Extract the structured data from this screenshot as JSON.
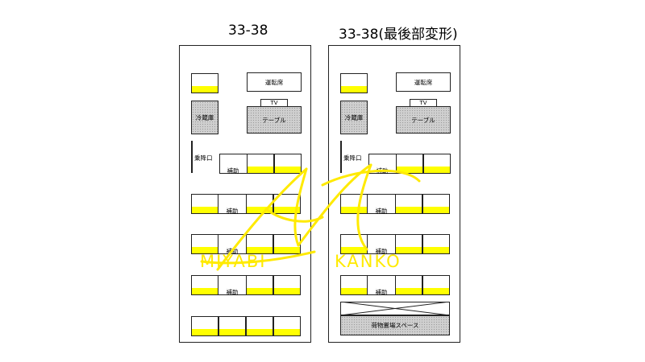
{
  "layouts": [
    {
      "title": "33-38",
      "driver_label": "運転席",
      "fridge_label": "冷蔵庫",
      "tv_label": "TV",
      "table_label": "テーブル",
      "door_label": "乗降口",
      "aux_label": "補助"
    },
    {
      "title": "33-38(最後部変形)",
      "driver_label": "運転席",
      "fridge_label": "冷蔵庫",
      "tv_label": "TV",
      "table_label": "テーブル",
      "door_label": "乗降口",
      "aux_label": "補助",
      "luggage_label": "荷物置場スペース"
    }
  ],
  "watermark": {
    "text_left": "MIYABI",
    "text_right": "KANKO",
    "color": "#ffea00"
  },
  "colors": {
    "seat_fill": "#ffff00",
    "hatch": "#cfcfcf",
    "border": "#222222"
  }
}
